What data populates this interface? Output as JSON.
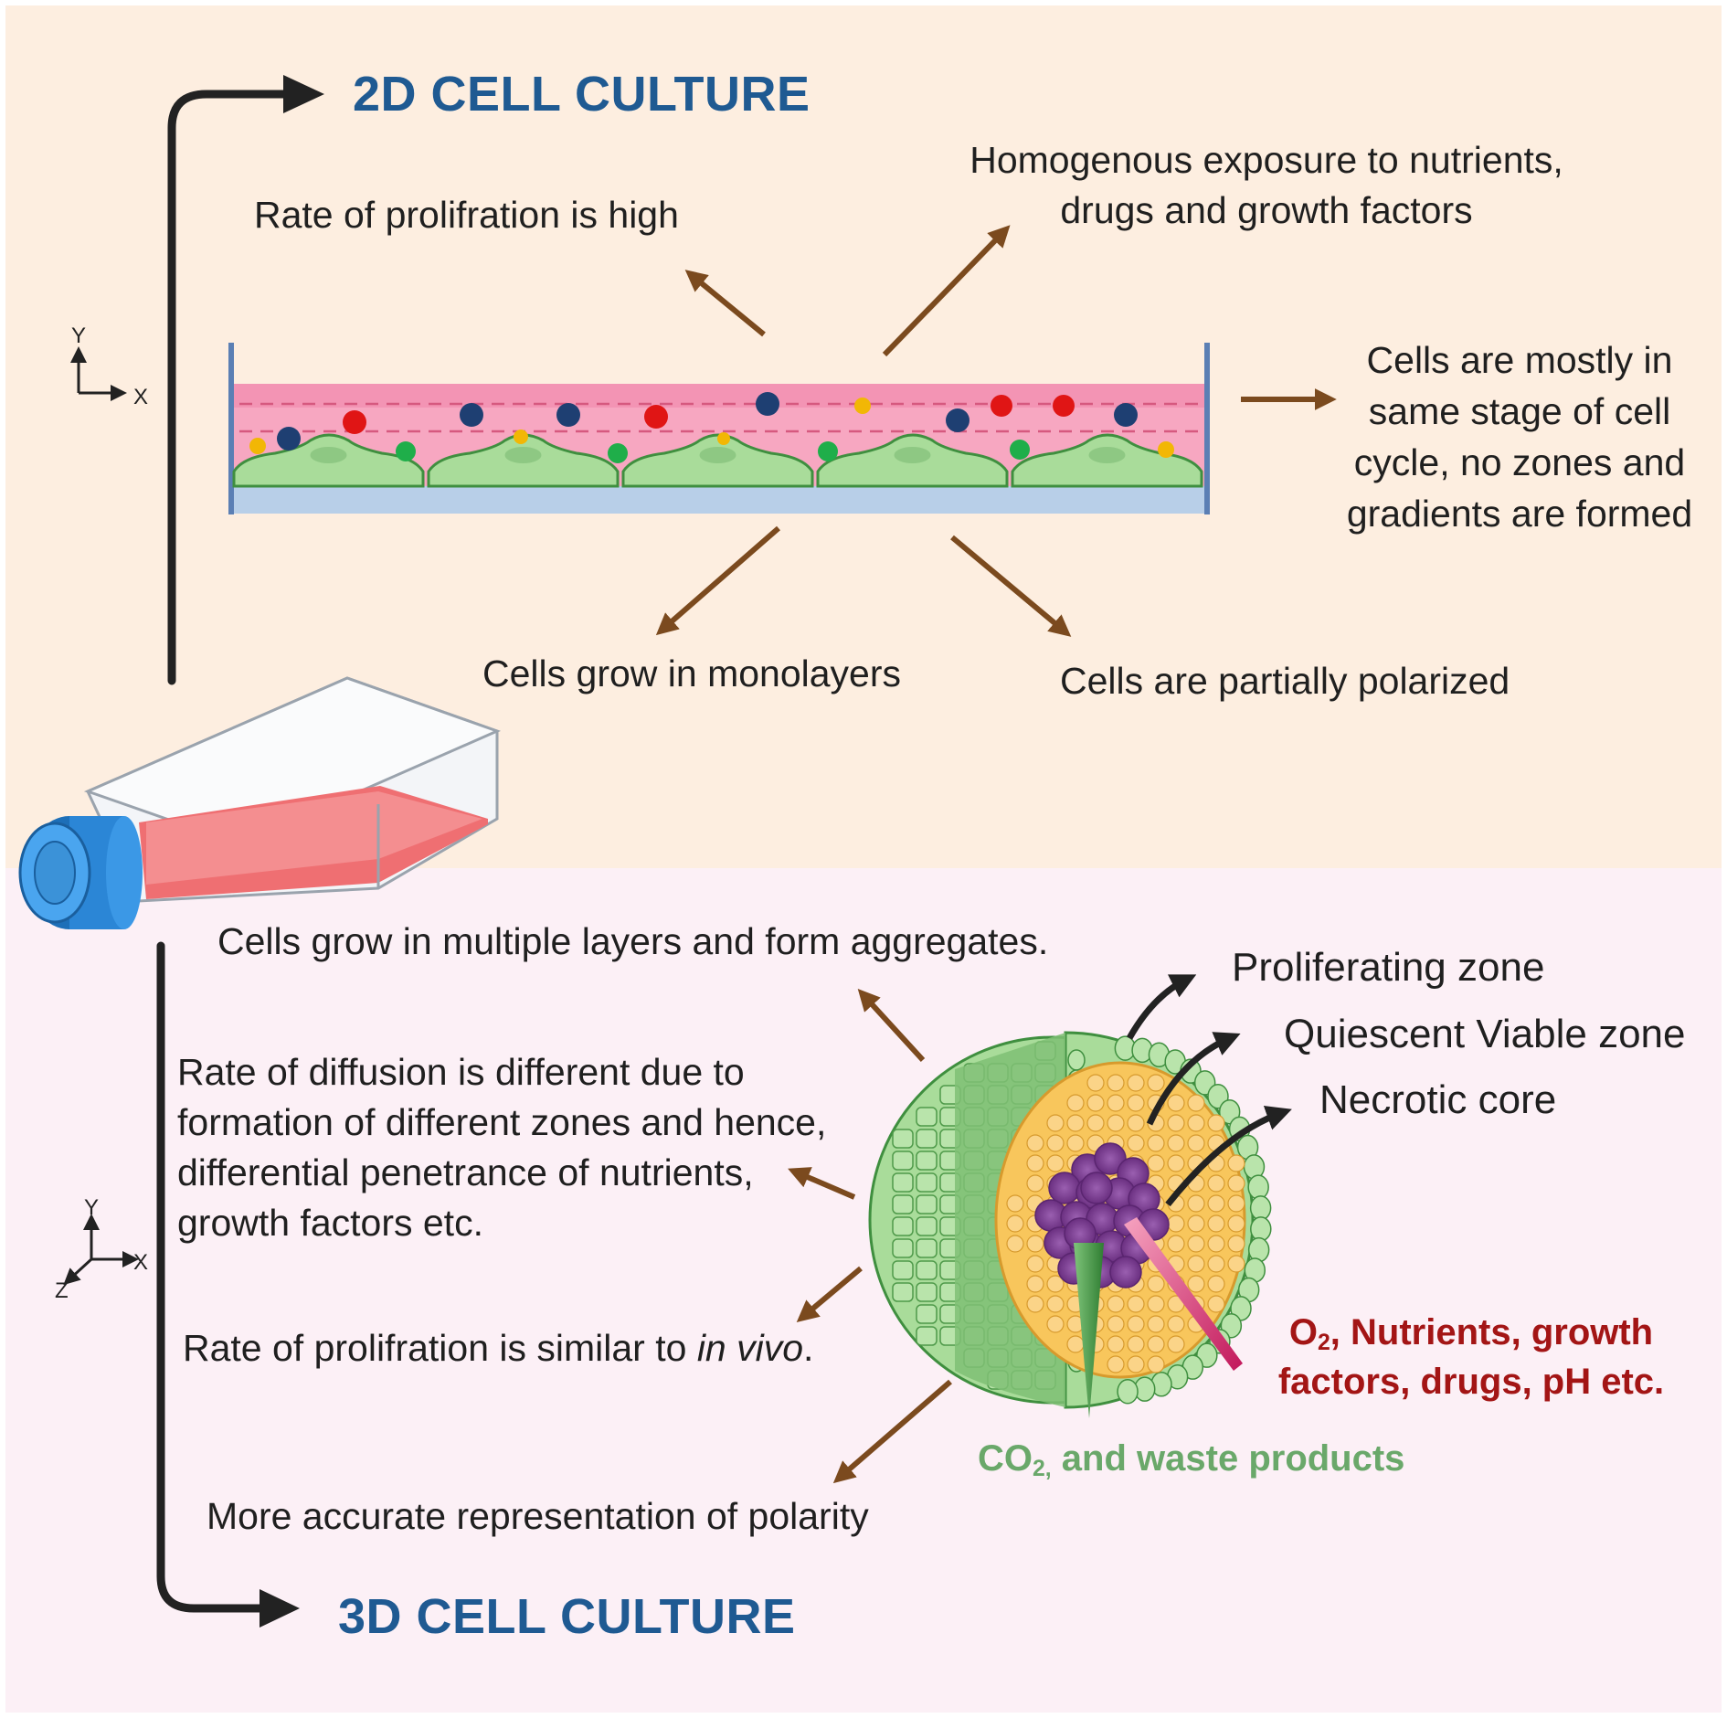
{
  "colors": {
    "top_background": "#fdeee0",
    "bottom_background": "#fcf0f6",
    "heading": "#1f5a92",
    "brown_arrow": "#7b4a1e",
    "black_arrow": "#222222",
    "input_red": "#a31515",
    "waste_green": "#6aa86a",
    "cell_green": "#a9dc9a",
    "medium_pink": "#f7a7c1",
    "substrate_blue": "#b8cfe8",
    "quiescent_yellow": "#f8c65c",
    "necrotic_purple": "#7a3d8f"
  },
  "headings": {
    "culture_2d": "2D CELL CULTURE",
    "culture_3d": "3D CELL CULTURE"
  },
  "axes_2d": {
    "y": "Y",
    "x": "X"
  },
  "axes_3d": {
    "y": "Y",
    "x": "X",
    "z": "Z"
  },
  "features_2d": {
    "proliferation": "Rate of prolifration is high",
    "exposure_line1": "Homogenous exposure to nutrients,",
    "exposure_line2": "drugs and growth factors",
    "cycle_line1": "Cells are mostly in",
    "cycle_line2": "same stage of cell",
    "cycle_line3": "cycle, no zones and",
    "cycle_line4": "gradients are formed",
    "monolayers": "Cells grow in monolayers",
    "polarized": "Cells are partially polarized"
  },
  "features_3d": {
    "aggregates": "Cells grow in multiple layers and form aggregates.",
    "diffusion_line1": "Rate of diffusion is different due to",
    "diffusion_line2": "formation of different zones and hence,",
    "diffusion_line3": "differential penetrance of nutrients,",
    "diffusion_line4": "growth factors etc.",
    "proliferation_prefix": "Rate of prolifration is similar to ",
    "proliferation_italic": "in vivo",
    "proliferation_suffix": ".",
    "polarity": "More accurate representation of polarity"
  },
  "spheroid_zones": {
    "proliferating": "Proliferating zone",
    "quiescent": "Quiescent Viable zone",
    "necrotic": "Necrotic core"
  },
  "spheroid_inputs": {
    "o2_symbol": "O",
    "o2_sub": "2",
    "line1_rest": ", Nutrients, growth",
    "line2": "factors, drugs, pH etc."
  },
  "spheroid_outputs": {
    "co2_symbol": "CO",
    "co2_sub": "2,",
    "rest": " and waste products"
  }
}
